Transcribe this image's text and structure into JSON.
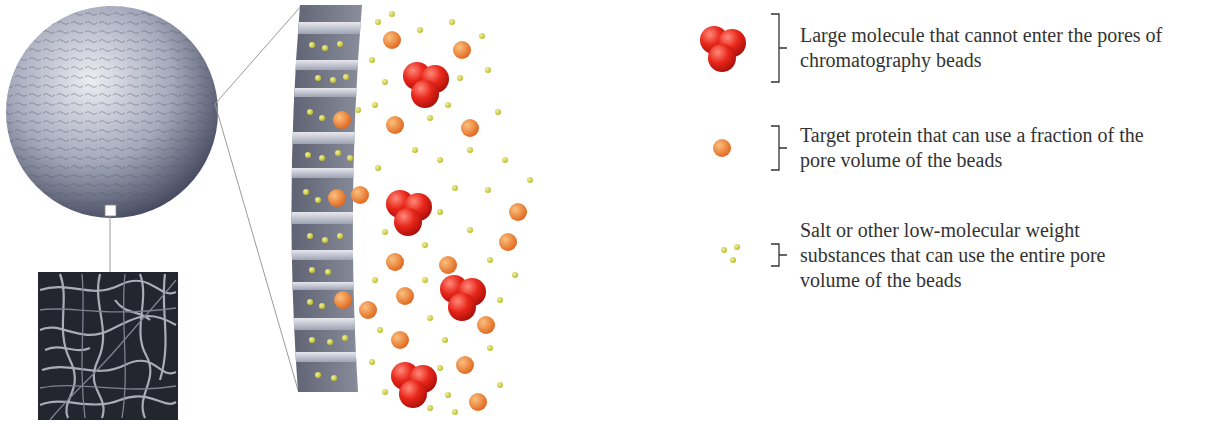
{
  "diagram": {
    "legend": [
      {
        "text": "Large molecule that cannot enter the pores of chromatography beads"
      },
      {
        "text": "Target protein that can use a fraction of the pore volume of the beads"
      },
      {
        "text": "Salt or other low-molecular weight substances that can use the entire pore volume of the beads"
      }
    ]
  }
}
